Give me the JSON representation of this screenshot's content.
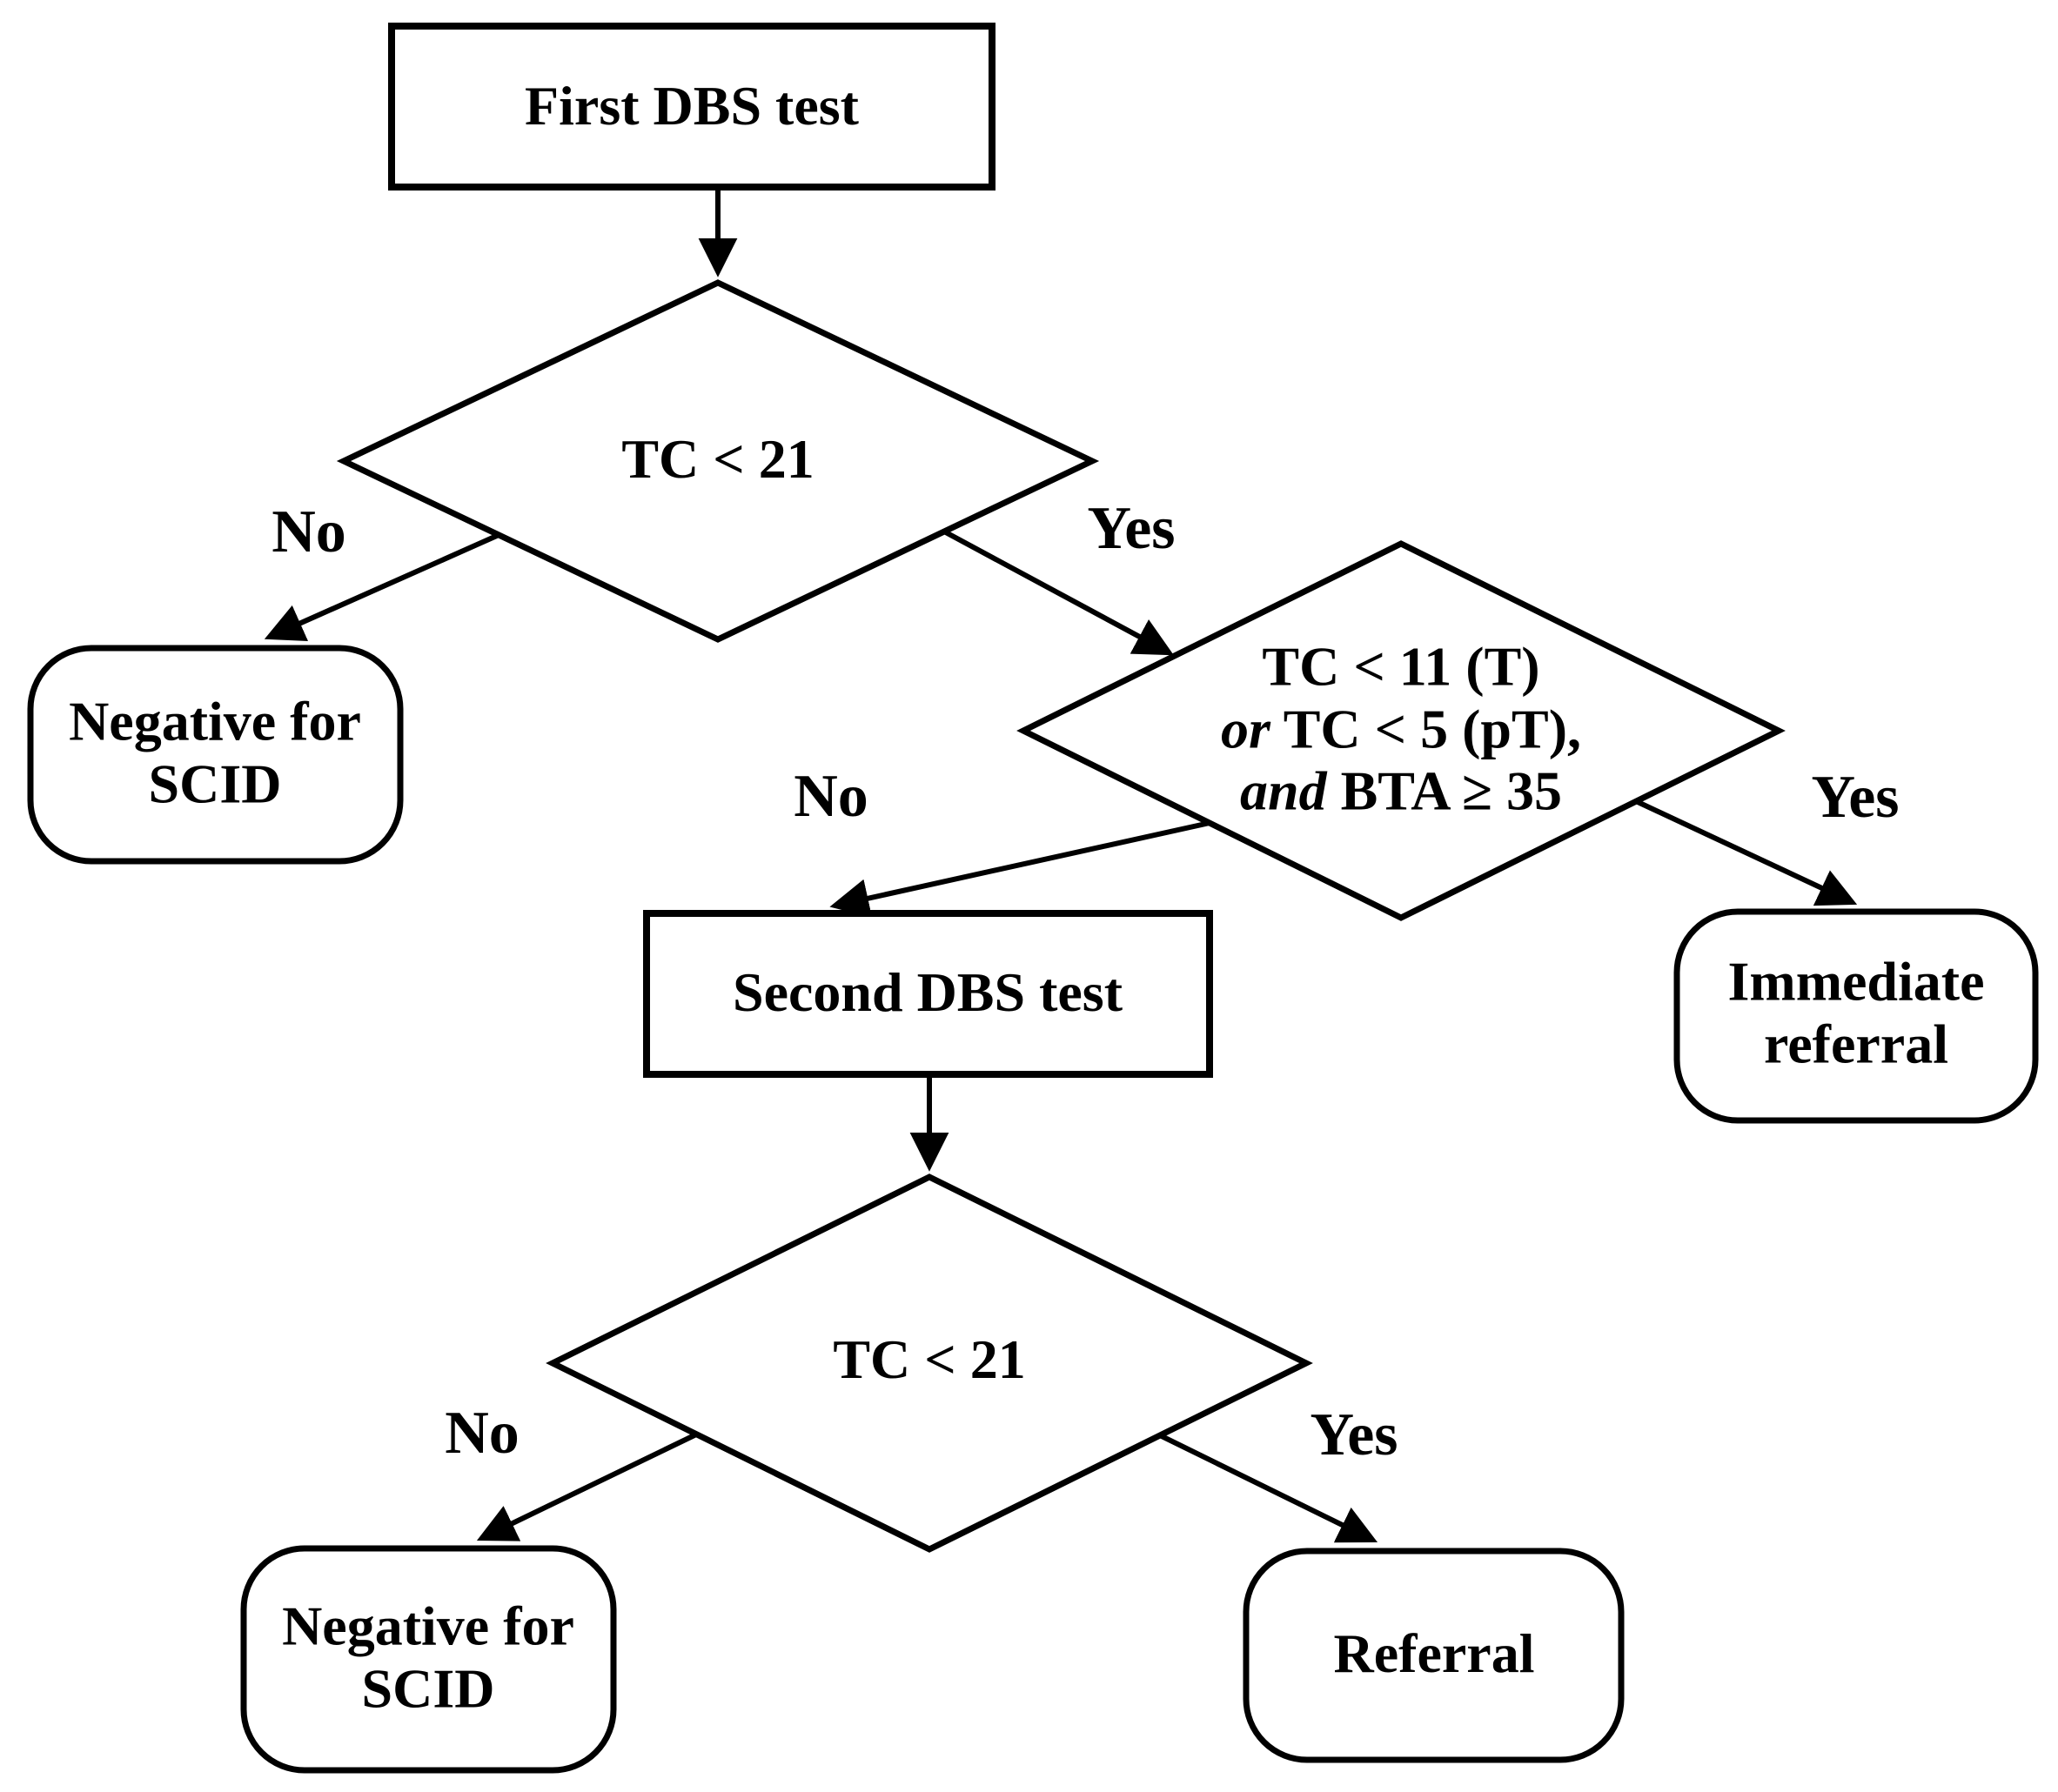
{
  "figure": {
    "colors": {
      "background": "#ffffff",
      "stroke": "#000000",
      "text": "#000000"
    }
  },
  "nodes": {
    "first_test": {
      "label": "First DBS test"
    },
    "decision1": {
      "label": "TC < 21"
    },
    "negative1": {
      "label": "Negative for SCID"
    },
    "decision2": {
      "line1": "TC < 11 (T)",
      "line2_italic": "or",
      "line2": " TC < 5 (pT),",
      "line3_italic": "and",
      "line3": " BTA ≥ 35"
    },
    "second_test": {
      "label": "Second DBS test"
    },
    "immediate_referral": {
      "label": "Immediate referral"
    },
    "decision3": {
      "label": "TC < 21"
    },
    "negative2": {
      "label": "Negative for SCID"
    },
    "referral": {
      "label": "Referral"
    }
  },
  "edges": [
    {
      "from": "first_test",
      "to": "decision1",
      "label": ""
    },
    {
      "from": "decision1",
      "to": "negative1",
      "label": "No"
    },
    {
      "from": "decision1",
      "to": "decision2",
      "label": "Yes"
    },
    {
      "from": "decision2",
      "to": "second_test",
      "label": "No"
    },
    {
      "from": "decision2",
      "to": "immediate_referral",
      "label": "Yes"
    },
    {
      "from": "second_test",
      "to": "decision3",
      "label": ""
    },
    {
      "from": "decision3",
      "to": "negative2",
      "label": "No"
    },
    {
      "from": "decision3",
      "to": "referral",
      "label": "Yes"
    }
  ]
}
